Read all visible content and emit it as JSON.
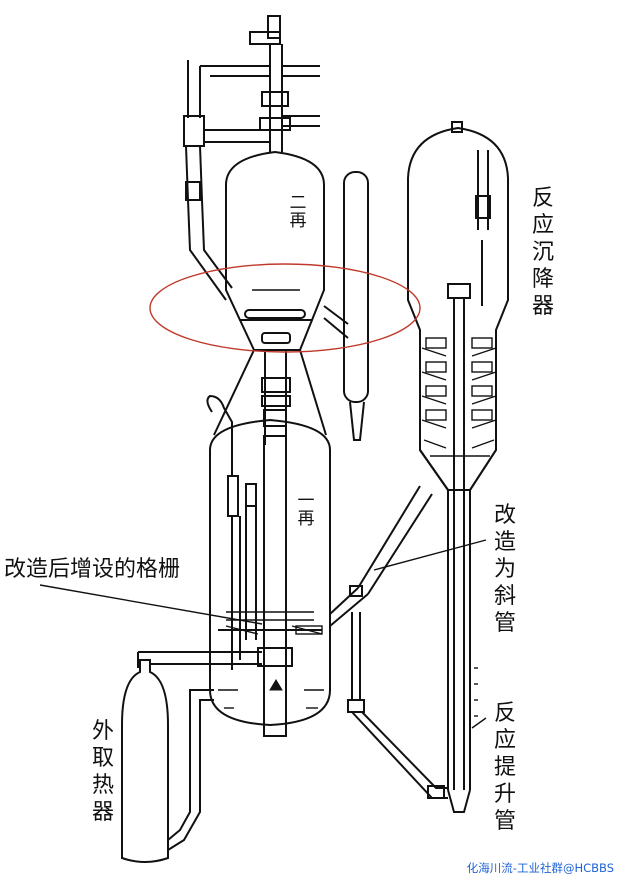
{
  "labels": {
    "first_regenerator": "一再",
    "second_regenerator": "二再",
    "reactor_disengager": "反应沉降器",
    "grid_added": "改造后增设的格栅",
    "converted_to_inclined_pipe": "改造为斜管",
    "riser": "反应提升管",
    "external_heat_remover": "外取热器"
  },
  "watermark": "化海川流-工业社群@HCBBS",
  "colors": {
    "line": "#111111",
    "highlight_ellipse": "#c0392b",
    "watermark": "#1e63d6"
  }
}
